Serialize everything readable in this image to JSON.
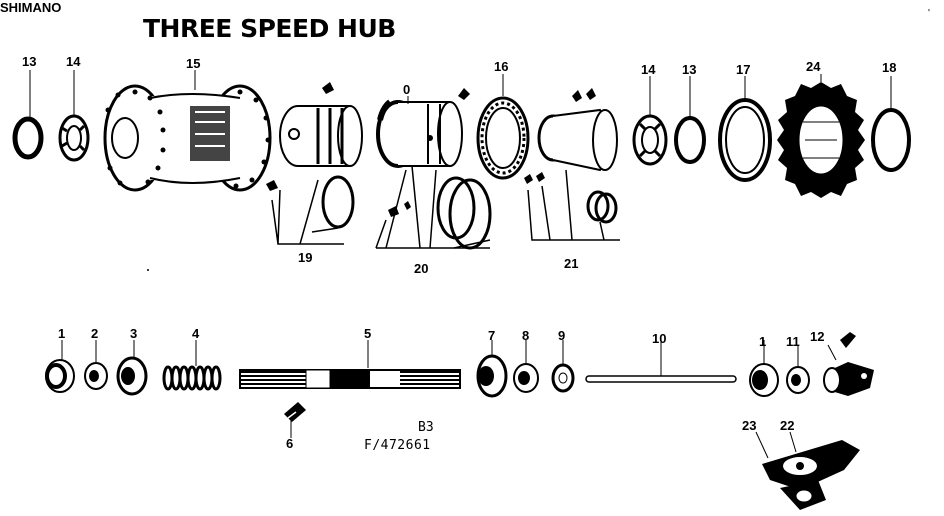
{
  "header": {
    "brand": "SHIMANO",
    "title": "THREE SPEED HUB",
    "corner_mark": "'"
  },
  "footer": {
    "model": "B3",
    "part_number": "F/472661"
  },
  "callouts": {
    "c13a": "13",
    "c14a": "14",
    "c15": "15",
    "c16": "16",
    "c14b": "14",
    "c13b": "13",
    "c17": "17",
    "c24": "24",
    "c18": "18",
    "c0": "0",
    "c19": "19",
    "c20": "20",
    "c21": "21",
    "c1a": "1",
    "c2": "2",
    "c3": "3",
    "c4": "4",
    "c5": "5",
    "c6": "6",
    "c7": "7",
    "c8": "8",
    "c9": "9",
    "c10": "10",
    "c1b": "1",
    "c11": "11",
    "c12": "12",
    "c23": "23",
    "c22": "22"
  }
}
